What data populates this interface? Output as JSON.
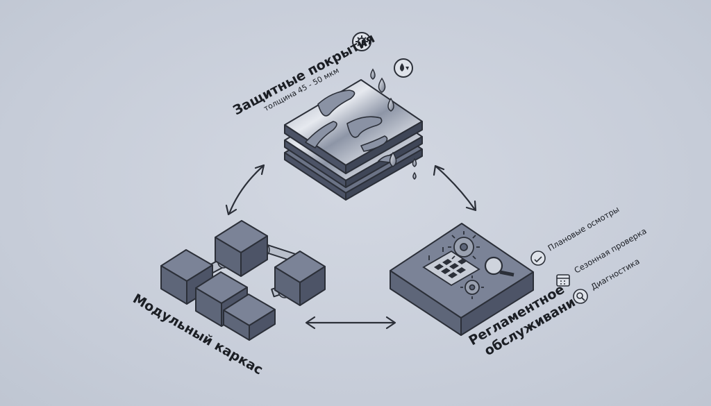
{
  "coatings": {
    "title": "Защитные покрытия",
    "subtitle": "толщина 45 - 50 мкм"
  },
  "frame": {
    "title": "Модульный каркас"
  },
  "maintenance": {
    "title_line1": "Регламентное",
    "title_line2": "обслуживание",
    "items": [
      "Плановые осмотры",
      "Сезонная проверка",
      "Диагностика"
    ]
  },
  "colors": {
    "background": "#c9cfdb",
    "block_top": "#7b8397",
    "block_side": "#5e6679",
    "outline": "#2b2f38"
  },
  "icons": [
    "gear-shield-icon",
    "water-drop-icon",
    "inspection-icon",
    "calendar-icon",
    "diagnostics-icon"
  ]
}
